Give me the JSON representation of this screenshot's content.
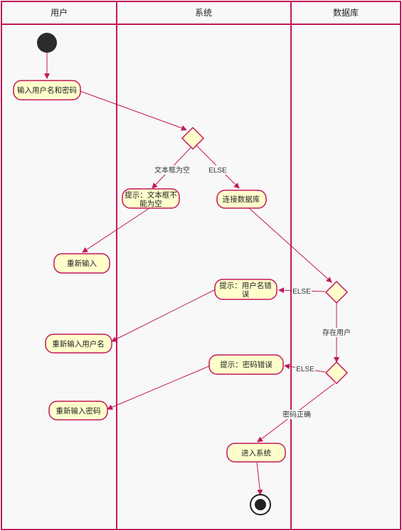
{
  "lanes": {
    "user": "用户",
    "system": "系统",
    "database": "数据库"
  },
  "activities": {
    "input_credentials": "输入用户名和密码",
    "hint_empty_line1": "提示：文本框不",
    "hint_empty_line2": "能为空",
    "reenter": "重新输入",
    "connect_db": "连接数据库",
    "hint_user_error_line1": "提示：用户名错",
    "hint_user_error_line2": "误",
    "reenter_username": "重新输入用户名",
    "hint_password_error": "提示：密码错误",
    "reenter_password": "重新输入密码",
    "enter_system": "进入系统"
  },
  "edge_labels": {
    "text_empty": "文本框为空",
    "else_1": "ELSE",
    "else_2": "ELSE",
    "user_exists": "存在用户",
    "else_3": "ELSE",
    "password_correct": "密码正确"
  },
  "colors": {
    "border": "#c2185b",
    "activity_fill": "#ffffcc",
    "lane_fill": "#f8f8f8"
  }
}
